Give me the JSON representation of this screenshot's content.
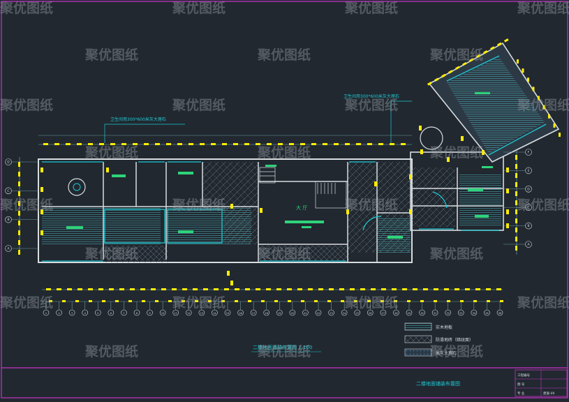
{
  "colors": {
    "background": "#212830",
    "frame": "#c832c8",
    "wall": "#d8dde0",
    "cyan": "#1ec8d2",
    "yellow": "#ffee00",
    "green": "#2ed47a",
    "watermark": "#9aa0a6"
  },
  "watermark": {
    "text": "聚优图纸"
  },
  "labels": {
    "note_left": "卫生间用300*600米灰大理石",
    "note_right": "卫生间用300*600米灰大理石",
    "hall": "大 厅",
    "plan_title": "二楼地面铺装布置图 1:100"
  },
  "legend": {
    "items": [
      {
        "pattern": "wood-floor",
        "label": "实木地板"
      },
      {
        "pattern": "tile",
        "label": "防滑地砖（暗纹面）"
      },
      {
        "pattern": "stone",
        "label": "米灰大理石"
      }
    ]
  },
  "title_bar": {
    "drawing_name": "二楼地面铺装布置图",
    "block_labels": [
      "工程编号",
      "图 号",
      "专 业",
      "建施-09"
    ]
  },
  "axis_numbers": [
    "1",
    "2",
    "3",
    "4",
    "5",
    "6",
    "7",
    "8",
    "9",
    "10",
    "11",
    "12",
    "13",
    "14",
    "15",
    "16",
    "17",
    "18",
    "19",
    "20",
    "21",
    "22",
    "23",
    "24",
    "25",
    "26",
    "27",
    "28",
    "29",
    "30",
    "31",
    "32",
    "33",
    "34",
    "35",
    "36"
  ],
  "axis_letters_left": [
    "D",
    "C",
    "B",
    "A"
  ],
  "axis_letters_right": [
    "F",
    "E",
    "D",
    "C",
    "B",
    "A"
  ]
}
